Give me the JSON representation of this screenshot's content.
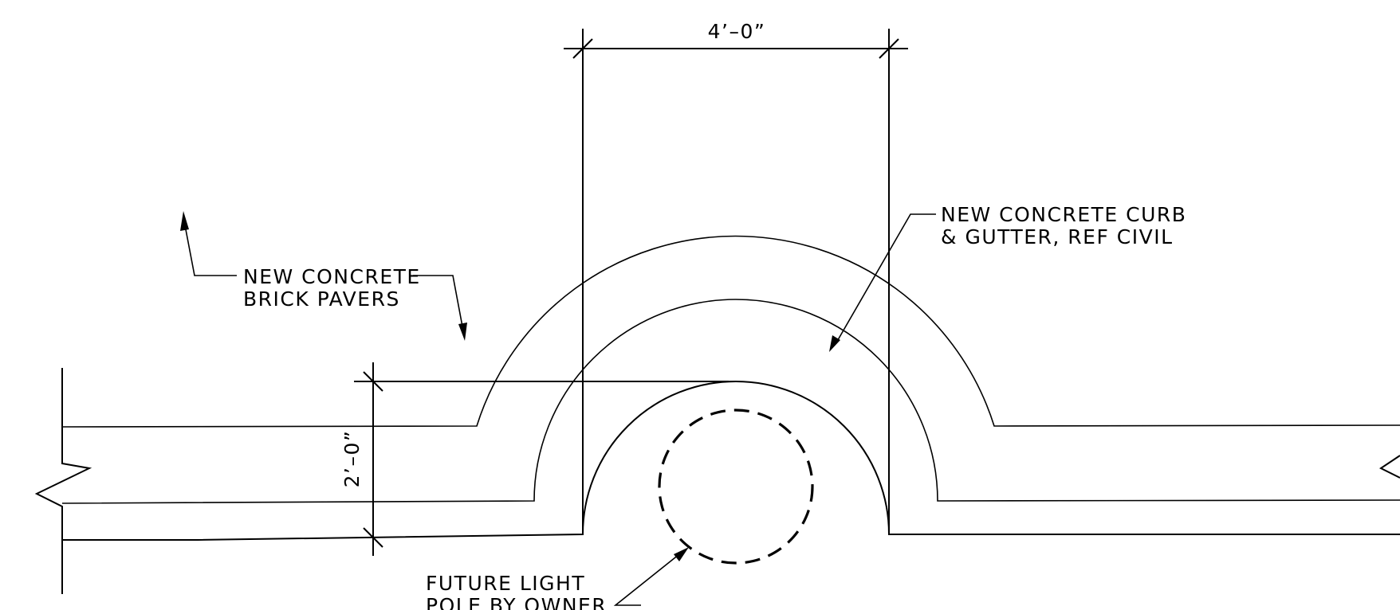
{
  "dimensions": {
    "width_label": "4’–0”",
    "height_label": "2’–0”"
  },
  "callouts": {
    "pavers": {
      "line1": "NEW CONCRETE",
      "line2": "BRICK PAVERS"
    },
    "curb": {
      "line1": "NEW CONCRETE CURB",
      "line2": "& GUTTER, REF CIVIL"
    },
    "light_pole": {
      "line1": "FUTURE LIGHT",
      "line2": "POLE BY OWNER"
    }
  },
  "colors": {
    "ink": "#000000",
    "paper": "#ffffff"
  }
}
